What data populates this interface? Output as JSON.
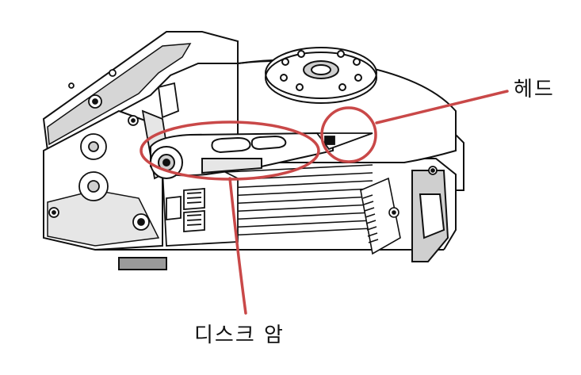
{
  "labels": {
    "head": "헤드",
    "disk_arm": "디스크 암"
  },
  "colors": {
    "highlight": "#c94848",
    "line": "#111111",
    "fill_light": "#ffffff",
    "fill_shade": "#cfcfcf",
    "fill_dark": "#9a9a9a"
  },
  "icons": {
    "head_callout": "circle-outline",
    "arm_callout": "ellipse-outline"
  }
}
